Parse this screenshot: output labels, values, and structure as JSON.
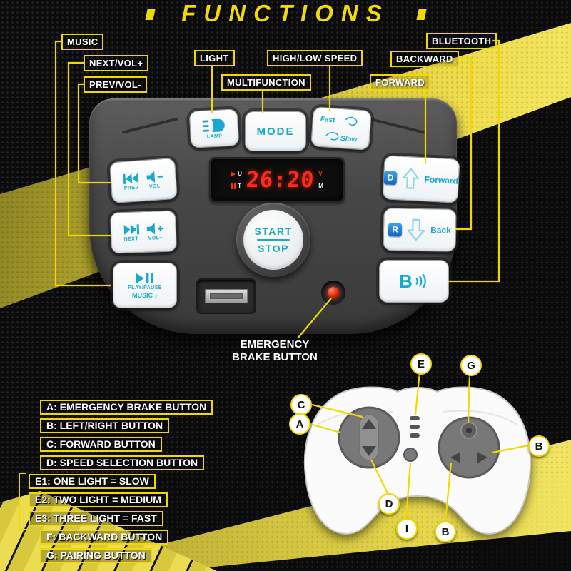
{
  "title": "FUNCTIONS",
  "colors": {
    "accent_yellow": "#f0d800",
    "icon_cyan": "#19a8cf",
    "display_red": "#ff2b17",
    "panel_gray": "#474747",
    "key_blue": "#1565c0"
  },
  "callouts": {
    "music": "MUSIC",
    "next_vol": "NEXT/VOL+",
    "prev_vol": "PREV/VOL-",
    "light": "LIGHT",
    "multifunction": "MULTIFUNCTION",
    "high_low_speed": "HIGH/LOW SPEED",
    "bluetooth": "BLUETOOTH",
    "backward": "BACKWARD",
    "forward": "FORWARD",
    "emergency_line1": "EMERGENCY",
    "emergency_line2": "BRAKE BUTTON"
  },
  "panel": {
    "lamp_label": "LAMP",
    "mode_label": "MODE",
    "fast_label": "Fast",
    "slow_label": "Slow",
    "prev_label": "PREV",
    "vol_minus_label": "VOL-",
    "next_label": "NEXT",
    "vol_plus_label": "VOL+",
    "play_pause_label": "PLAY/PAUSE",
    "music_label": "MUSIC",
    "music_note": "♪",
    "display_time": "26:20",
    "display_u": "U",
    "display_t": "T",
    "display_v": "V",
    "display_m": "M",
    "start_label": "START",
    "stop_label": "STOP",
    "forward_key": "D",
    "forward_label": "Forward",
    "back_key": "R",
    "back_label": "Back",
    "bluetooth_key": "B"
  },
  "legend": {
    "items": [
      "A: EMERGENCY BRAKE BUTTON",
      "B: LEFT/RIGHT BUTTON",
      "C: FORWARD BUTTON",
      "D: SPEED SELECTION BUTTON",
      "E1: ONE LIGHT = SLOW",
      "E2: TWO LIGHT = MEDIUM",
      "E3: THREE LIGHT = FAST",
      "F: BACKWARD BUTTON",
      "G: PAIRING BUTTON"
    ]
  },
  "remote": {
    "callout_c": "C",
    "callout_a": "A",
    "callout_d": "D",
    "callout_i": "I",
    "callout_b_bottom": "B",
    "callout_b_right": "B",
    "callout_e": "E",
    "callout_g": "G"
  },
  "icons": {
    "headlight": "headlight-beams",
    "prev": "skip-back",
    "next": "skip-forward",
    "volume_minus": "speaker-minus",
    "volume_plus": "speaker-plus",
    "play_pause": "play-pause",
    "music_note": "♪",
    "forward_arrow": "arrow-up-outline",
    "back_arrow": "arrow-down-outline",
    "bluetooth": "B-with-waves",
    "emergency": "red-round-button"
  }
}
